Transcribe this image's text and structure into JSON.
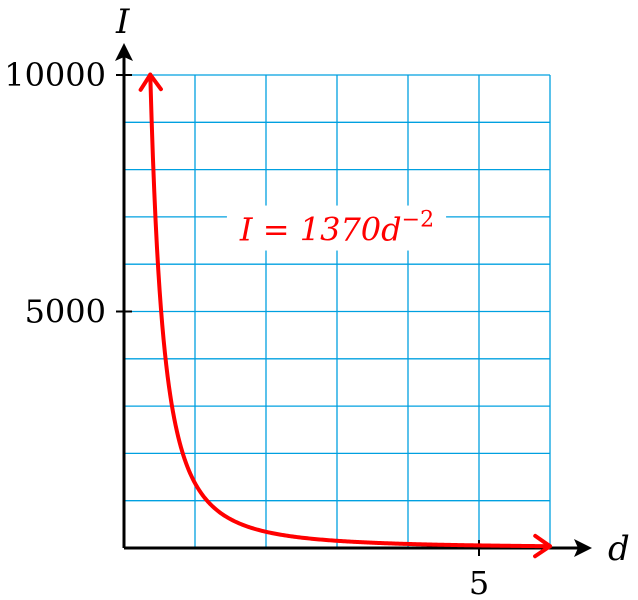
{
  "chart_data": {
    "type": "line",
    "xlabel": "d",
    "ylabel": "I",
    "xlim": [
      0,
      6
    ],
    "ylim": [
      0,
      10000
    ],
    "x_grid_step": 1,
    "y_grid_step": 1000,
    "grid": true,
    "x_tick_values": [
      5
    ],
    "x_tick_labels": [
      "5"
    ],
    "y_tick_values": [
      5000,
      10000
    ],
    "y_tick_labels": [
      "5000",
      "10000"
    ],
    "series": [
      {
        "formula": "I = 1370d^{-2}",
        "coefficient": 1370,
        "exponent": -2,
        "x_range": [
          0.37,
          6
        ],
        "arrows_both_ends": true
      }
    ],
    "annotation": {
      "prefix": "I = 1370d",
      "superscript": "−2",
      "anchor_x": 3.0,
      "anchor_y": 6500
    },
    "colors": {
      "curve": "#ff0000",
      "grid": "#00a0e0",
      "axis": "#000000"
    }
  }
}
